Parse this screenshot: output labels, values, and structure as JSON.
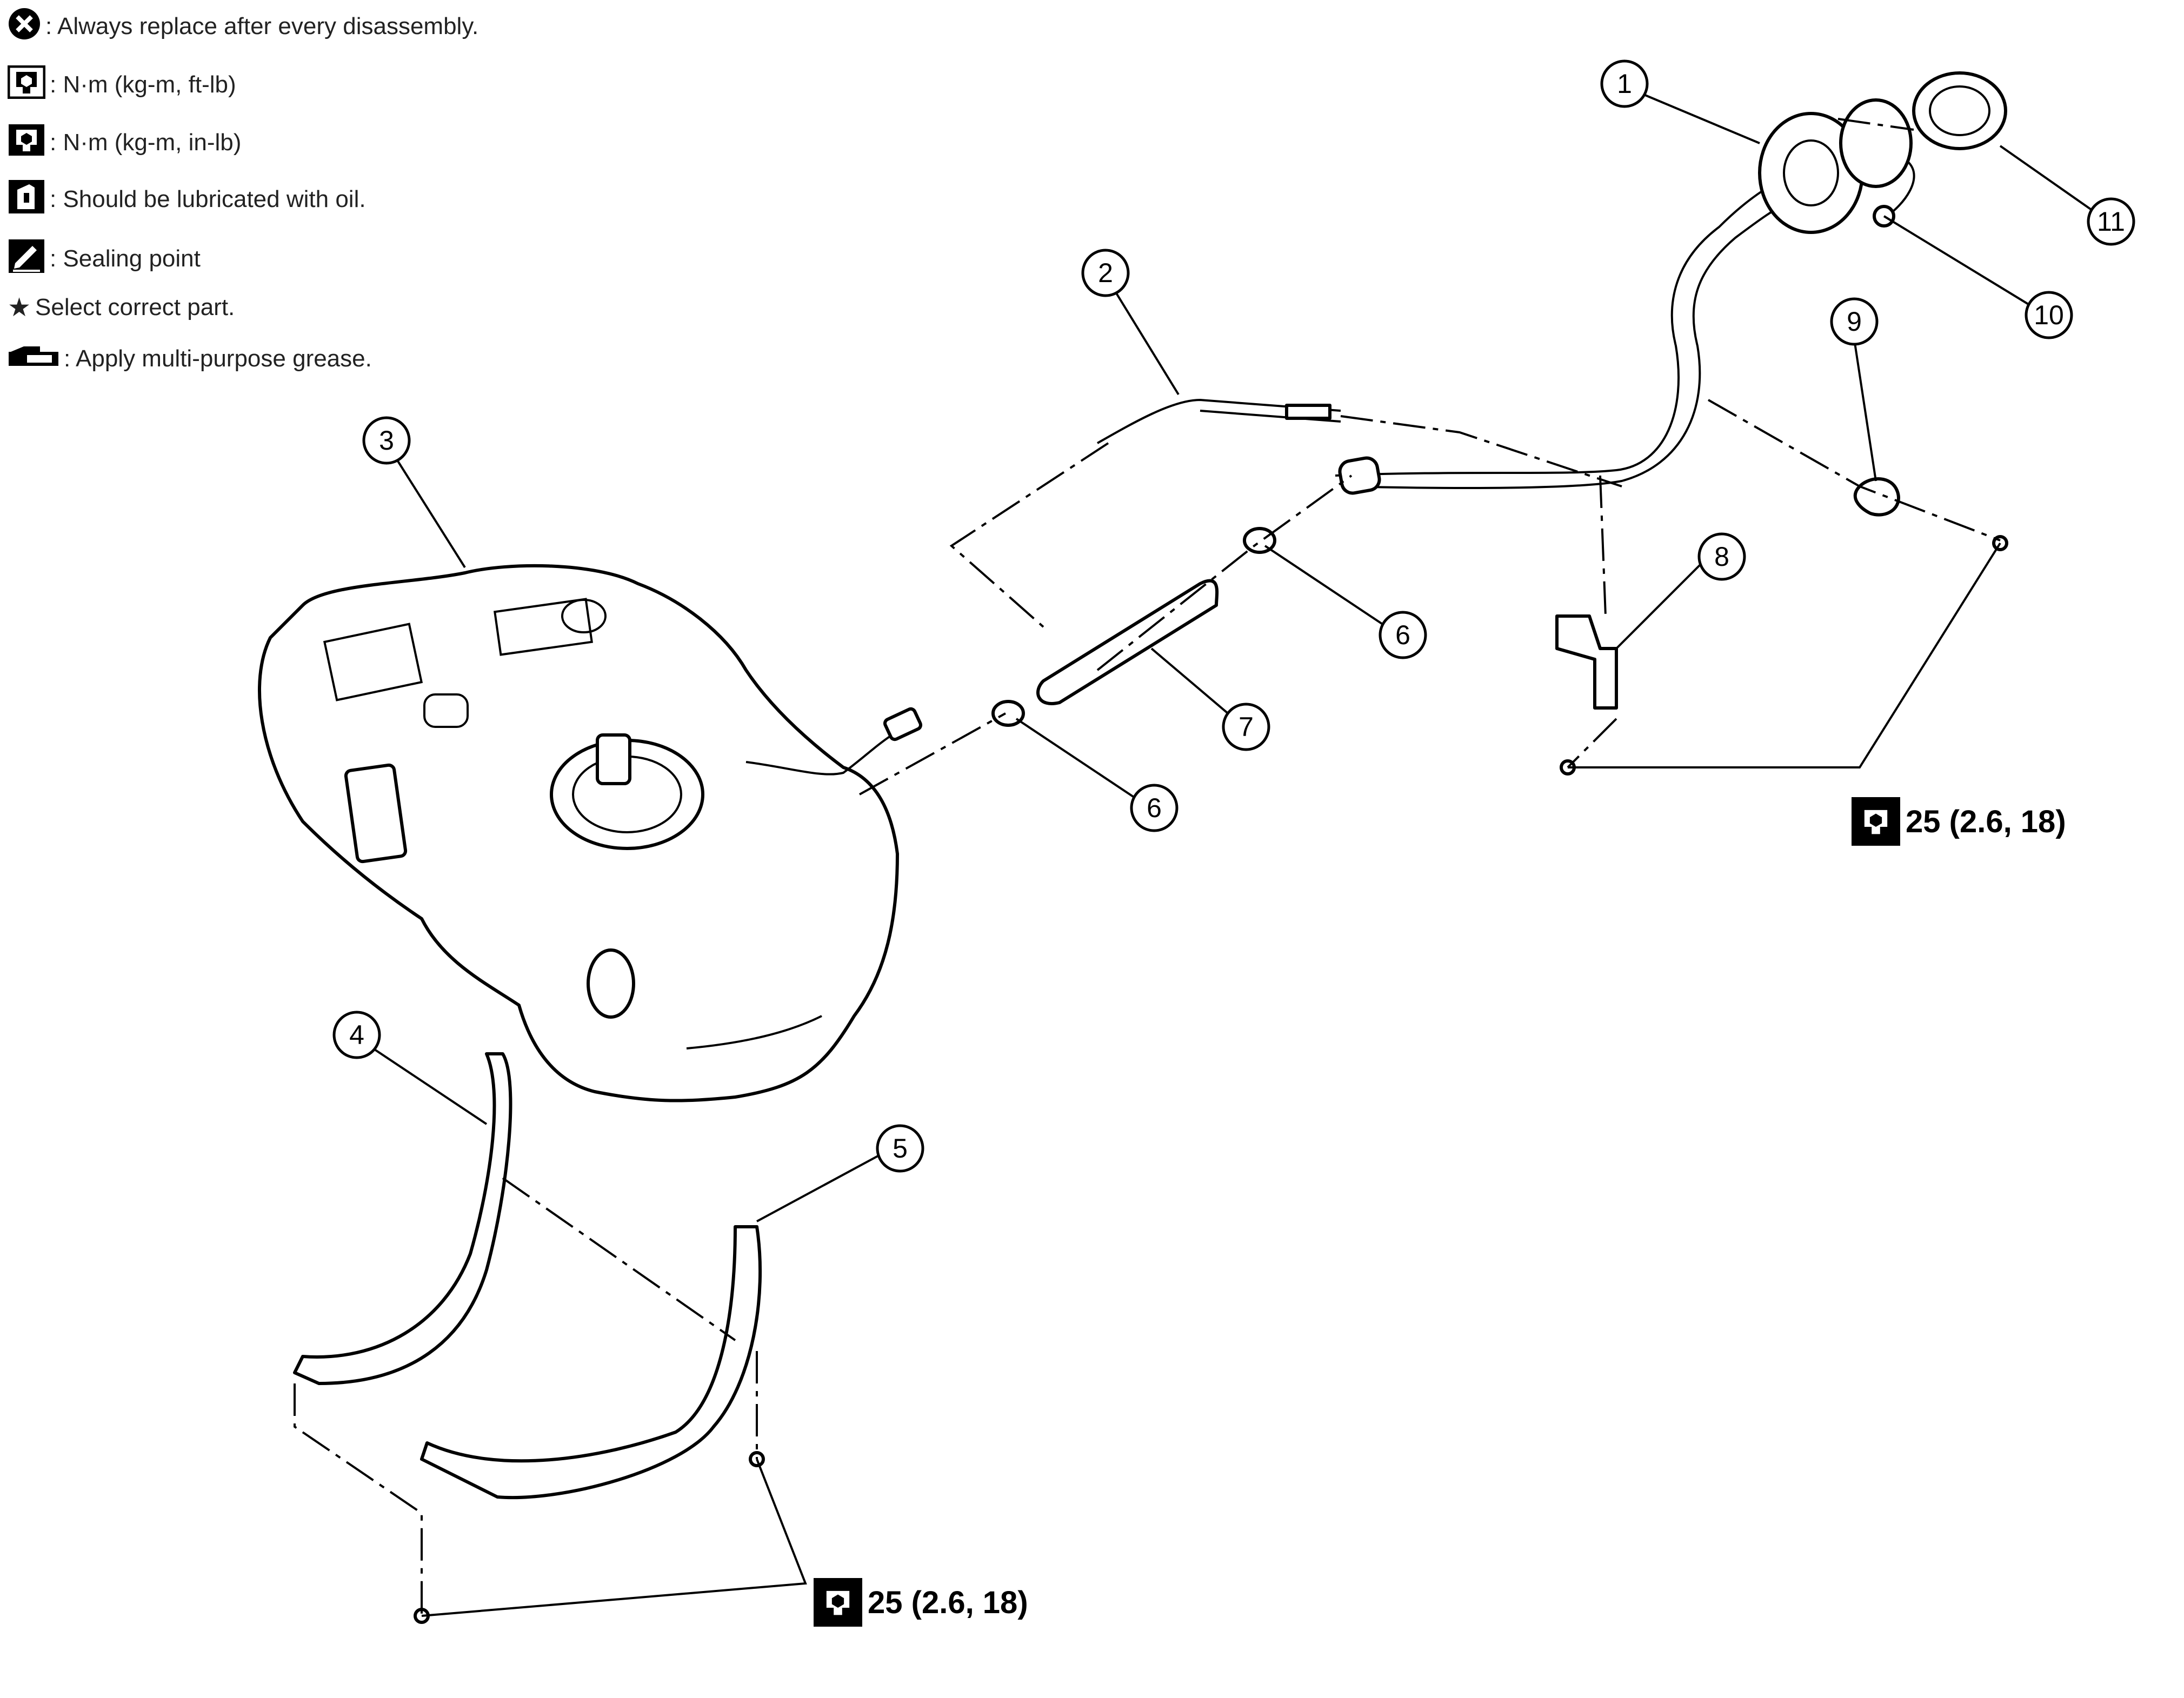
{
  "legend": {
    "items": [
      {
        "icon": "replace-icon",
        "text": ": Always replace after every disassembly."
      },
      {
        "icon": "torque-wrench-ftlb-icon",
        "text": ": N·m (kg-m, ft-lb)"
      },
      {
        "icon": "torque-wrench-inlb-icon",
        "text": ": N·m (kg-m, in-lb)"
      },
      {
        "icon": "oil-can-icon",
        "text": ": Should be lubricated with oil."
      },
      {
        "icon": "sealant-icon",
        "text": ": Sealing point"
      },
      {
        "icon": "star-icon",
        "text": "Select correct part."
      },
      {
        "icon": "grease-icon",
        "text": ": Apply multi-purpose grease."
      }
    ]
  },
  "torque_specs": [
    {
      "value": "25 (2.6, 18)"
    },
    {
      "value": "25 (2.6, 18)"
    }
  ],
  "callouts": [
    "1",
    "2",
    "3",
    "4",
    "5",
    "6",
    "6",
    "7",
    "8",
    "9",
    "10",
    "11"
  ],
  "colors": {
    "line": "#000000",
    "fill": "#ffffff"
  }
}
